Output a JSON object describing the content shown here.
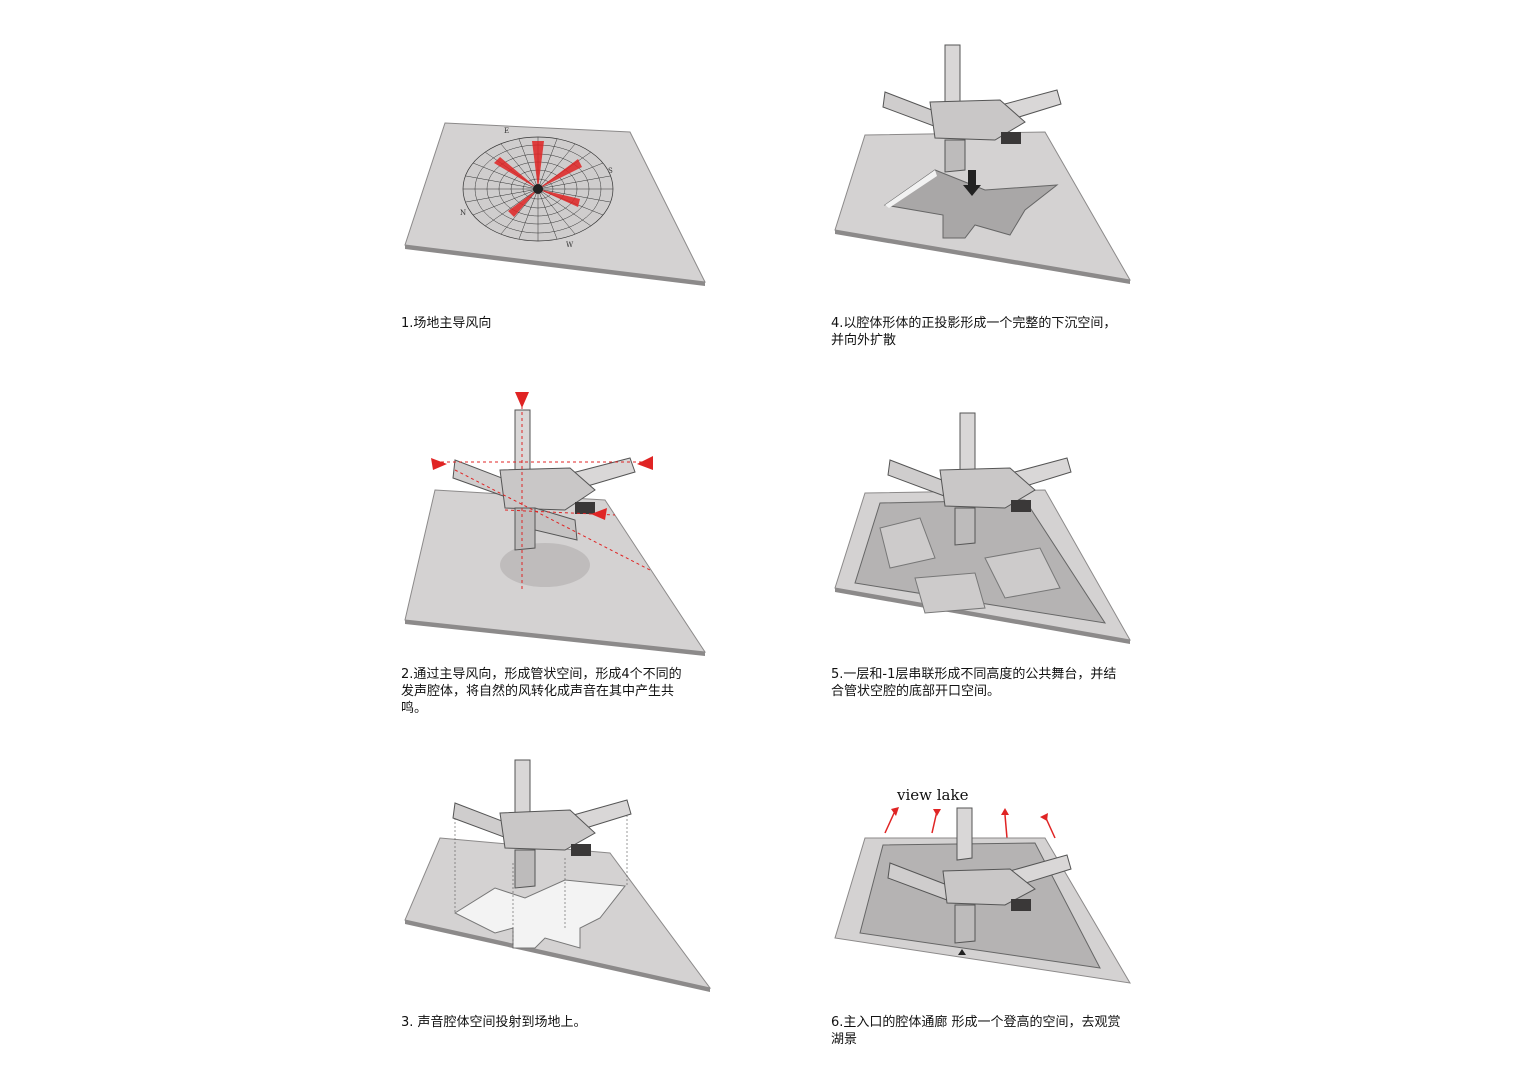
{
  "panels": [
    {
      "id": 1,
      "caption": "1.场地主导风向",
      "compass": [
        "E",
        "S",
        "N",
        "W"
      ]
    },
    {
      "id": 2,
      "caption": "2.通过主导风向，形成管状空间，形成4个不同的\n发声腔体，将自然的风转化成声音在其中产生共\n鸣。"
    },
    {
      "id": 3,
      "caption": "3. 声音腔体空间投射到场地上。"
    },
    {
      "id": 4,
      "caption": "4.以腔体形体的正投影形成一个完整的下沉空间，\n并向外扩散"
    },
    {
      "id": 5,
      "caption": "5.一层和-1层串联形成不同高度的公共舞台，并结\n合管状空腔的底部开口空间。"
    },
    {
      "id": 6,
      "caption": "6.主入口的腔体通廊 形成一个登高的空间，去观赏\n湖景",
      "annotation": "view lake"
    }
  ],
  "colors": {
    "site": "#d4d2d2",
    "site_edge": "#8c8a8a",
    "mass_light": "#d9d7d7",
    "mass_mid": "#b9b7b7",
    "mass_dark": "#6f6d6d",
    "accent_red": "#e02424",
    "pit": "#a9a7a7"
  }
}
